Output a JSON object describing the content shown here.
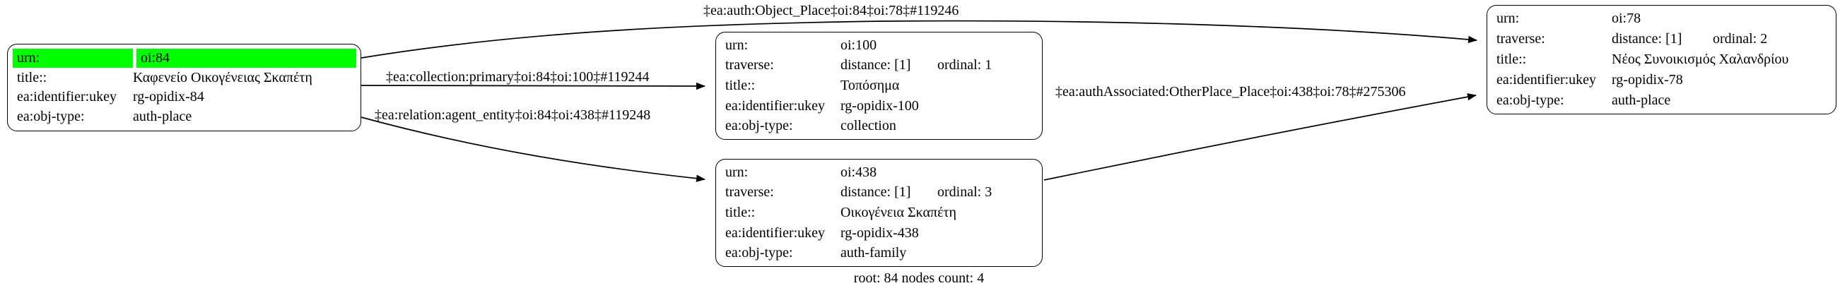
{
  "diagram": {
    "caption": "root: 84 nodes count: 4",
    "highlight_color": "#00ff00",
    "line_color": "#000000"
  },
  "nodes": {
    "root": {
      "urn_label": "urn:",
      "urn": "oi:84",
      "title_label": "title::",
      "title": "Καφενείο Οικογένειας Σκαπέτη",
      "ukey_label": "ea:identifier:ukey",
      "ukey": "rg-opidix-84",
      "objtype_label": "ea:obj-type:",
      "objtype": "auth-place"
    },
    "collection": {
      "urn_label": "urn:",
      "urn": "oi:100",
      "traverse_label": "traverse:",
      "distance": "distance: [1]",
      "ordinal": "ordinal: 1",
      "title_label": "title::",
      "title": "Τοπόσημα",
      "ukey_label": "ea:identifier:ukey",
      "ukey": "rg-opidix-100",
      "objtype_label": "ea:obj-type:",
      "objtype": "collection"
    },
    "family": {
      "urn_label": "urn:",
      "urn": "oi:438",
      "traverse_label": "traverse:",
      "distance": "distance: [1]",
      "ordinal": "ordinal: 3",
      "title_label": "title::",
      "title": "Οικογένεια Σκαπέτη",
      "ukey_label": "ea:identifier:ukey",
      "ukey": "rg-opidix-438",
      "objtype_label": "ea:obj-type:",
      "objtype": "auth-family"
    },
    "place": {
      "urn_label": "urn:",
      "urn": "oi:78",
      "traverse_label": "traverse:",
      "distance": "distance: [1]",
      "ordinal": "ordinal: 2",
      "title_label": "title::",
      "title": "Νέος Συνοικισμός Χαλανδρίου",
      "ukey_label": "ea:identifier:ukey",
      "ukey": "rg-opidix-78",
      "objtype_label": "ea:obj-type:",
      "objtype": "auth-place"
    }
  },
  "edges": {
    "object_place": "‡ea:auth:Object_Place‡oi:84‡oi:78‡#119246",
    "collection_primary": "‡ea:collection:primary‡oi:84‡oi:100‡#119244",
    "relation_agent_entity": "‡ea:relation:agent_entity‡oi:84‡oi:438‡#119248",
    "auth_associated": "‡ea:authAssociated:OtherPlace_Place‡oi:438‡oi:78‡#275306"
  }
}
